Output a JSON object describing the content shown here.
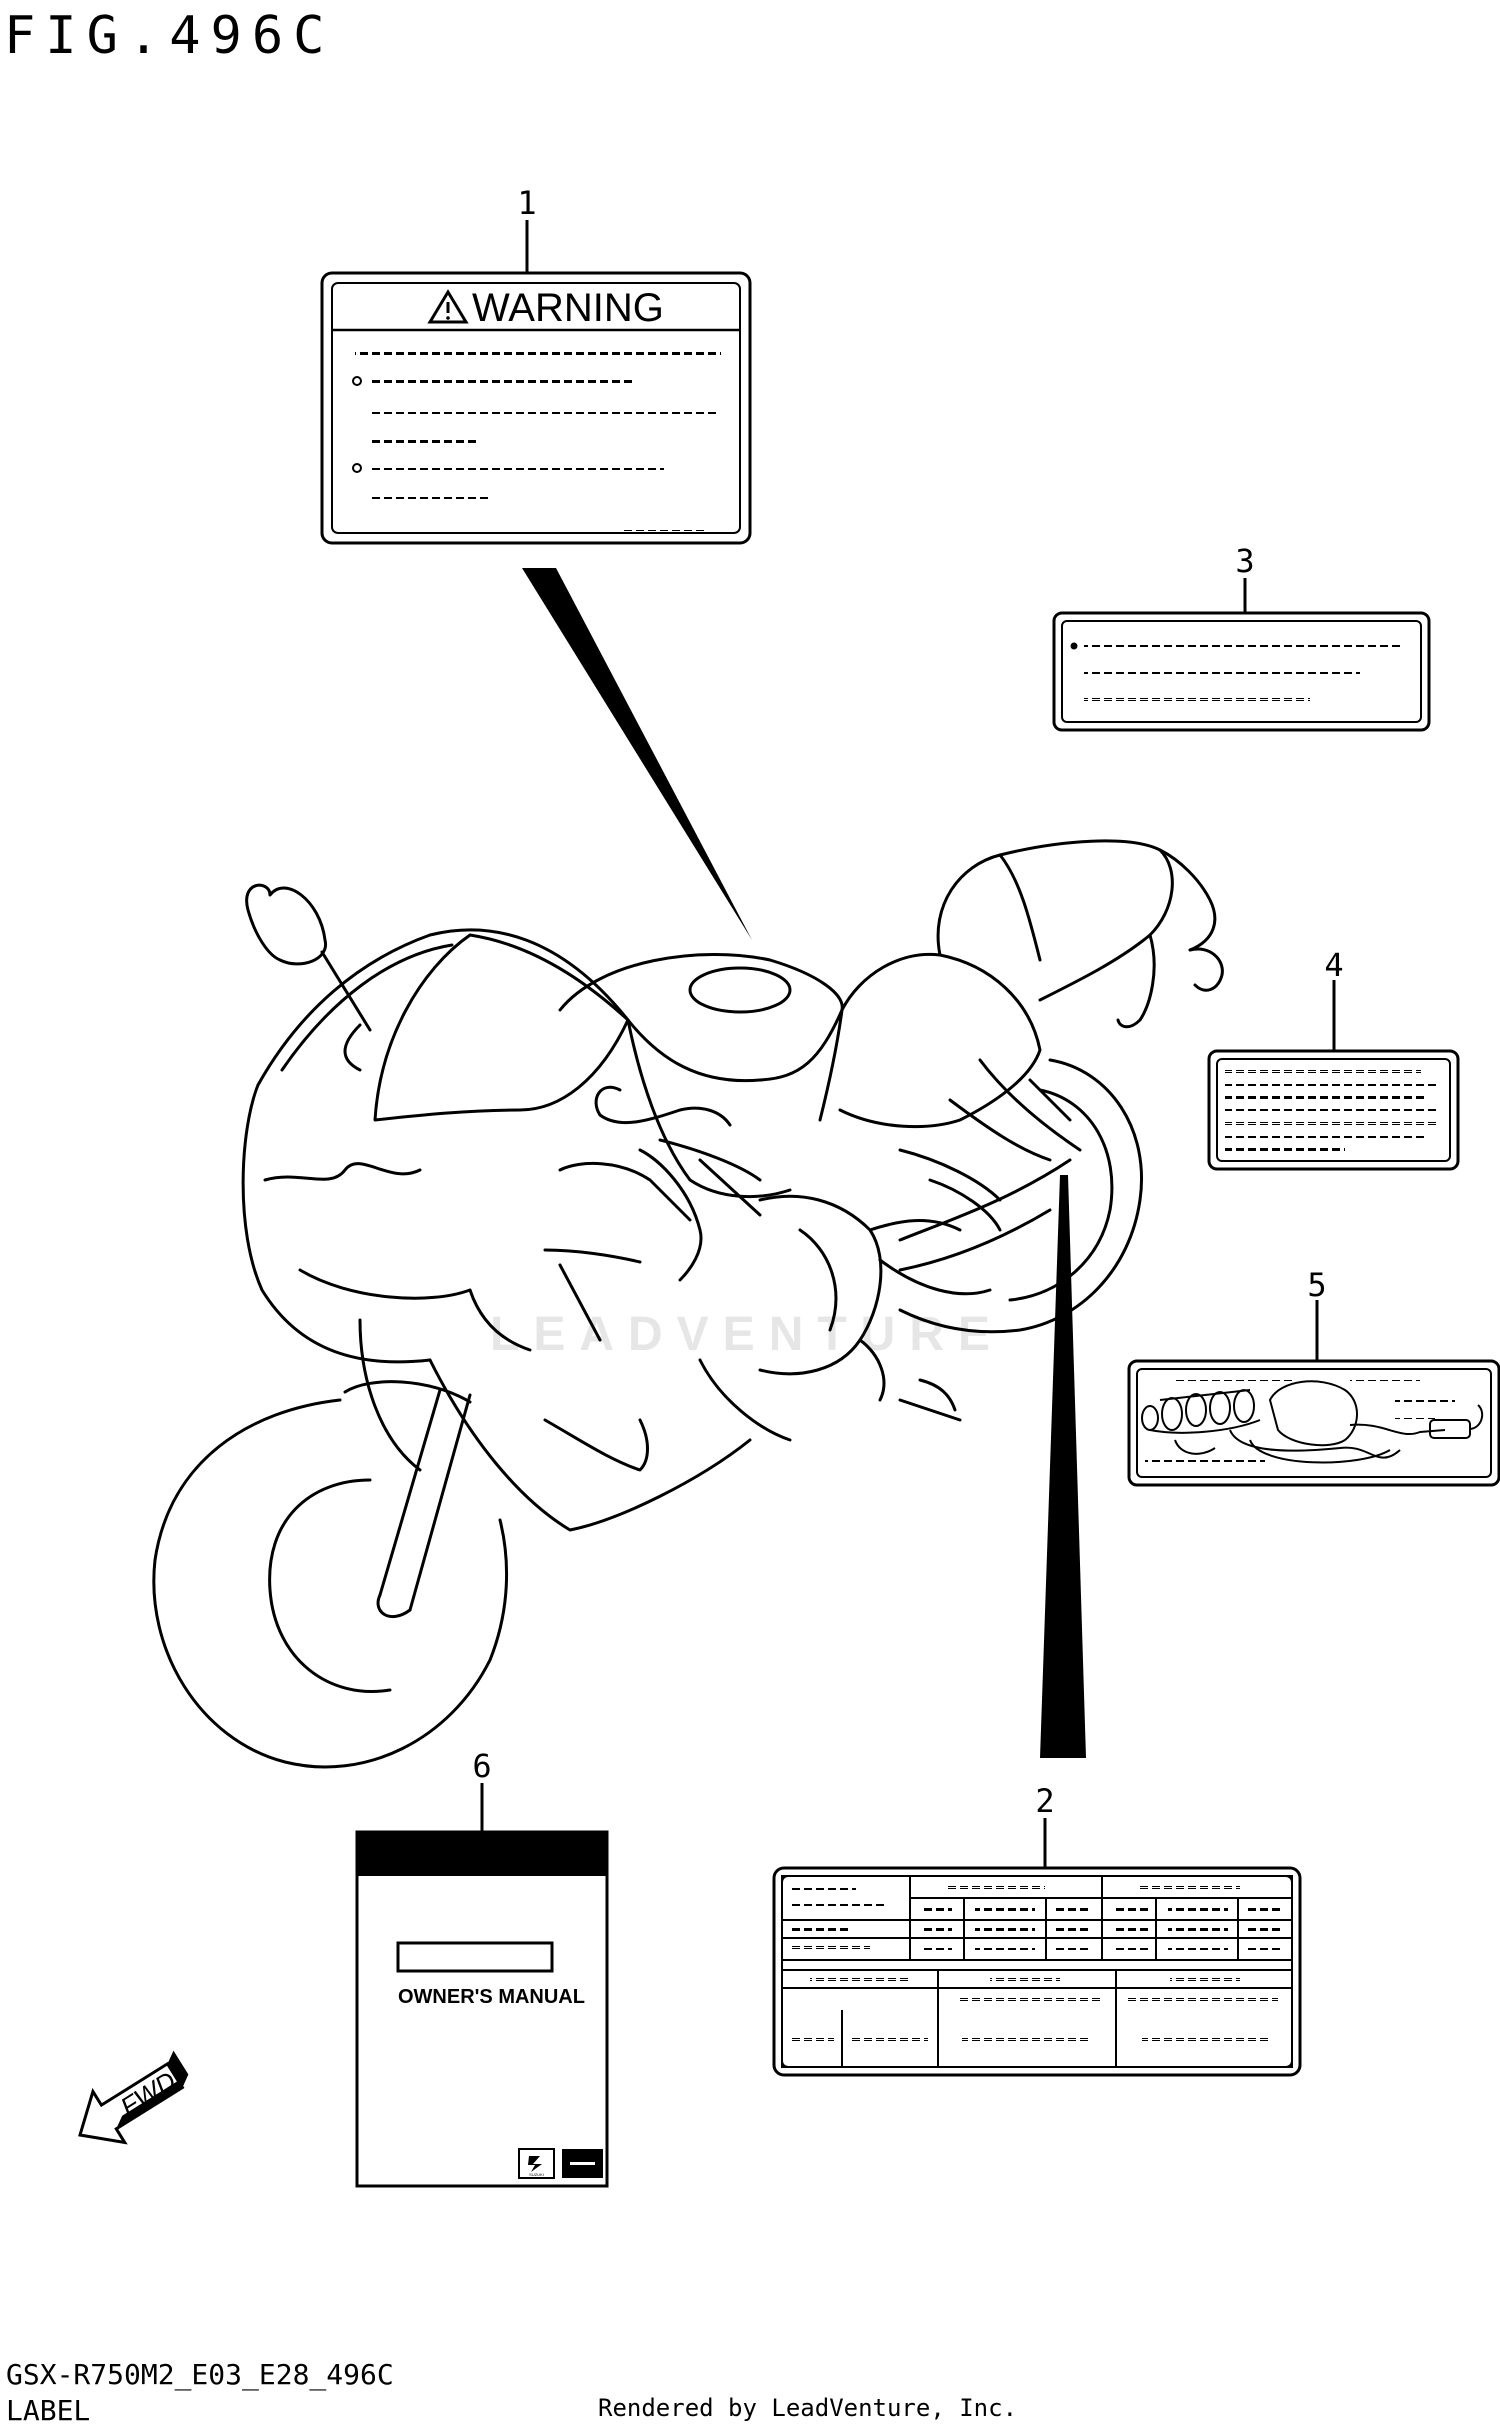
{
  "figure": {
    "title": "FIG.496C",
    "code": "GSX-R750M2_E03_E28_496C",
    "caption": "LABEL",
    "rendered_by": "Rendered by LeadVenture, Inc.",
    "watermark": "LEADVENTURE"
  },
  "callouts": [
    {
      "id": "1"
    },
    {
      "id": "2"
    },
    {
      "id": "3"
    },
    {
      "id": "4"
    },
    {
      "id": "5"
    },
    {
      "id": "6"
    }
  ],
  "labels": {
    "warning_heading": "WARNING",
    "manual_title": "OWNER'S MANUAL",
    "manual_brand": "SUZUKI",
    "fwd": "FWD"
  },
  "icons": {
    "warning": "warning-triangle-icon",
    "fwd": "fwd-arrow-icon",
    "brand": "suzuki-s-icon"
  }
}
